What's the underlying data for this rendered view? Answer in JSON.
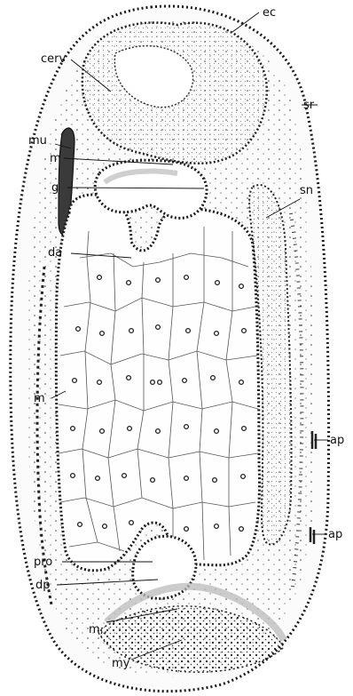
{
  "labels": {
    "ec": "ec",
    "cerv": "cerv",
    "sr": "sr",
    "mu": "mu",
    "m_upper": "m",
    "sn": "sn",
    "g": "g",
    "da": "da",
    "m_left": "m",
    "ap_upper": "ap",
    "ap_lower": "ap",
    "pro": "pro",
    "dp": "dp",
    "m_lower": "m,,",
    "my": "my"
  }
}
